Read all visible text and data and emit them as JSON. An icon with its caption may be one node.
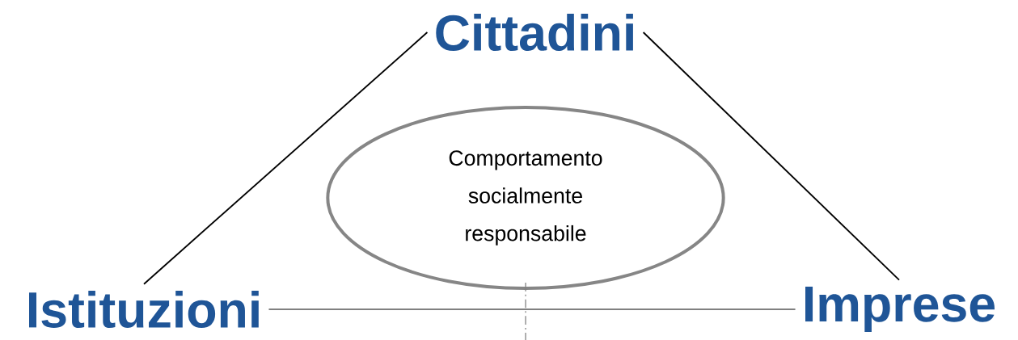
{
  "diagram": {
    "nodes": [
      {
        "text": [
          "Cittadini"
        ]
      },
      {
        "text": [
          "Istituzioni"
        ]
      },
      {
        "text": [
          "Imprese"
        ]
      },
      {
        "text": [
          "Comportamento socialmente responsabile"
        ]
      }
    ],
    "edges": [
      {
        "from": 0,
        "to": 1,
        "arrow": "none"
      },
      {
        "from": 0,
        "to": 2,
        "arrow": "none"
      },
      {
        "from": 1,
        "to": 2,
        "arrow": "none",
        "color": "#808080"
      }
    ]
  }
}
